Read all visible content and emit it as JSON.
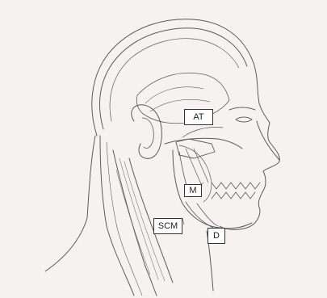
{
  "diagram": {
    "labels": {
      "at": "AT",
      "m": "M",
      "scm": "SCM",
      "d": "D"
    },
    "colors": {
      "background": "#f6f2f2",
      "ink": "#5a5a5a",
      "label_border": "#333333"
    }
  }
}
